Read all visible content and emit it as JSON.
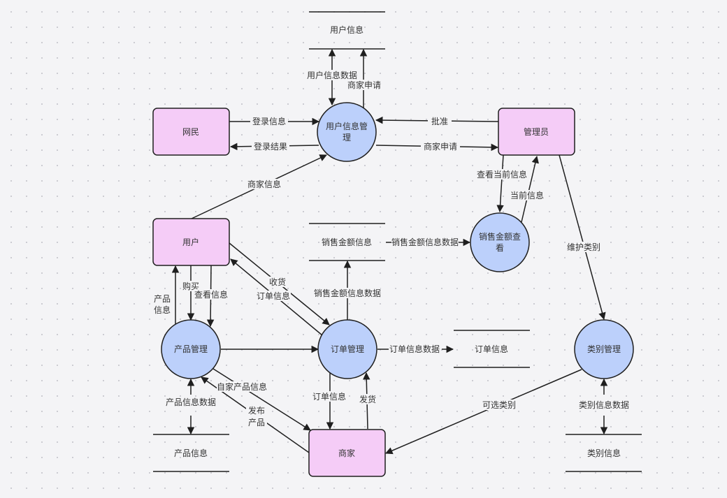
{
  "diagram": {
    "entities": {
      "netizen": "网民",
      "admin": "管理员",
      "user": "用户",
      "merchant": "商家"
    },
    "processes": {
      "user_info_mgmt": [
        "用户信息管",
        "理"
      ],
      "sales_view": [
        "销售金额查",
        "看"
      ],
      "product_mgmt": "产品管理",
      "order_mgmt": "订单管理",
      "category_mgmt": "类别管理"
    },
    "stores": {
      "user_info": "用户信息",
      "sales_info": "销售金额信息",
      "order_info": "订单信息",
      "product_info": "产品信息",
      "category_info": "类别信息"
    },
    "flows": {
      "user_info_data": "用户信息数据",
      "merchant_apply_up": "商家申请",
      "login_info": "登录信息",
      "login_result": "登录结果",
      "approve": "批准",
      "merchant_apply": "商家申请",
      "merchant_info": "商家信息",
      "view_current_info": "查看当前信息",
      "current_info": "当前信息",
      "sales_info_data_right": "销售金额信息数据",
      "sales_info_data_up": "销售金额信息数据",
      "maintain_category": "维护类别",
      "buy": "购买",
      "view_info": "查看信息",
      "product_info_a": "产品",
      "product_info_b": "信息",
      "receive": "收货",
      "order_info_user": "订单信息",
      "order_info_data": "订单信息数据",
      "own_product_info": "自家产品信息",
      "publish_a": "发布",
      "publish_b": "产品",
      "product_info_data": "产品信息数据",
      "order_info_merchant": "订单信息",
      "ship": "发货",
      "optional_category": "可选类别",
      "category_info_data": "类别信息数据"
    }
  }
}
